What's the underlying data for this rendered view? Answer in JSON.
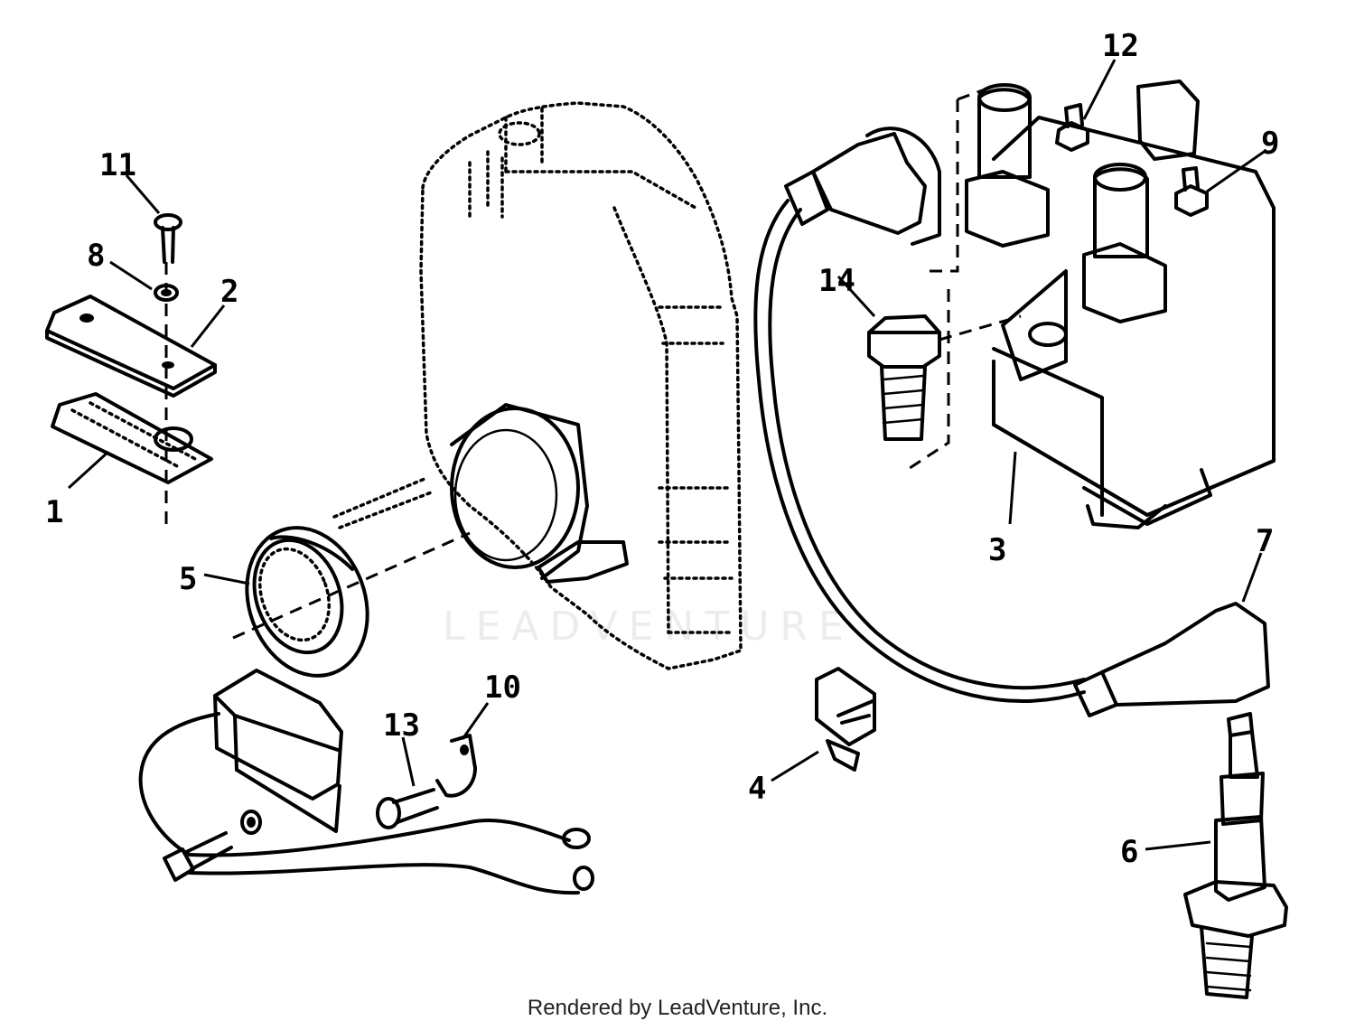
{
  "diagram": {
    "callouts": [
      {
        "id": "1",
        "label": "1"
      },
      {
        "id": "2",
        "label": "2"
      },
      {
        "id": "3",
        "label": "3"
      },
      {
        "id": "4",
        "label": "4"
      },
      {
        "id": "5",
        "label": "5"
      },
      {
        "id": "6",
        "label": "6"
      },
      {
        "id": "7",
        "label": "7"
      },
      {
        "id": "8",
        "label": "8"
      },
      {
        "id": "9",
        "label": "9"
      },
      {
        "id": "10",
        "label": "10"
      },
      {
        "id": "11",
        "label": "11"
      },
      {
        "id": "12",
        "label": "12"
      },
      {
        "id": "13",
        "label": "13"
      },
      {
        "id": "14",
        "label": "14"
      }
    ]
  },
  "watermark": "LEADVENTURE",
  "footer": "Rendered by LeadVenture, Inc."
}
